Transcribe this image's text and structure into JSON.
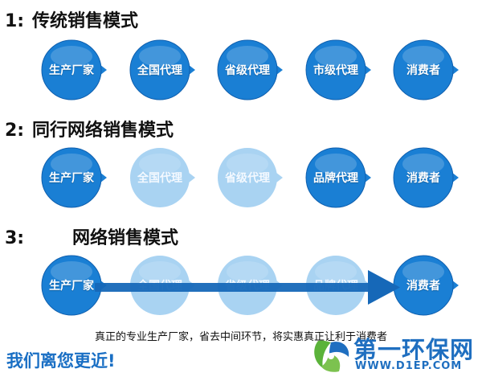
{
  "sections": [
    {
      "number": "1:",
      "title": "传统销售模式",
      "nodes": [
        {
          "label": "生产厂家",
          "faded": false
        },
        {
          "label": "全国代理",
          "faded": false
        },
        {
          "label": "省级代理",
          "faded": false
        },
        {
          "label": "市级代理",
          "faded": false
        },
        {
          "label": "消费者",
          "faded": false
        }
      ]
    },
    {
      "number": "2:",
      "title": "同行网络销售模式",
      "nodes": [
        {
          "label": "生产厂家",
          "faded": false
        },
        {
          "label": "全国代理",
          "faded": true
        },
        {
          "label": "省级代理",
          "faded": true
        },
        {
          "label": "品牌代理",
          "faded": false
        },
        {
          "label": "消费者",
          "faded": false
        }
      ]
    },
    {
      "number": "3:",
      "title": "网络销售模式",
      "nodes": [
        {
          "label": "生产厂家",
          "faded": false
        },
        {
          "label": "全国代理",
          "faded": true
        },
        {
          "label": "省级代理",
          "faded": true
        },
        {
          "label": "品牌代理",
          "faded": true
        },
        {
          "label": "消费者",
          "faded": false
        }
      ]
    }
  ],
  "tagline": "真正的专业生产厂家，省去中间环节，将实惠真正让利于消费者",
  "slogan": "我们离您更近!",
  "logo": {
    "name": "第一环保网",
    "url": "WWW.D1EP.COM"
  },
  "colors": {
    "node": "#1a7fd4",
    "node_dark": "#0f5fae",
    "node_faded": "#a9d3f2",
    "arrow": "#1668b8",
    "brand": "#1f6fc0",
    "leaf_green": "#5bb33a"
  }
}
